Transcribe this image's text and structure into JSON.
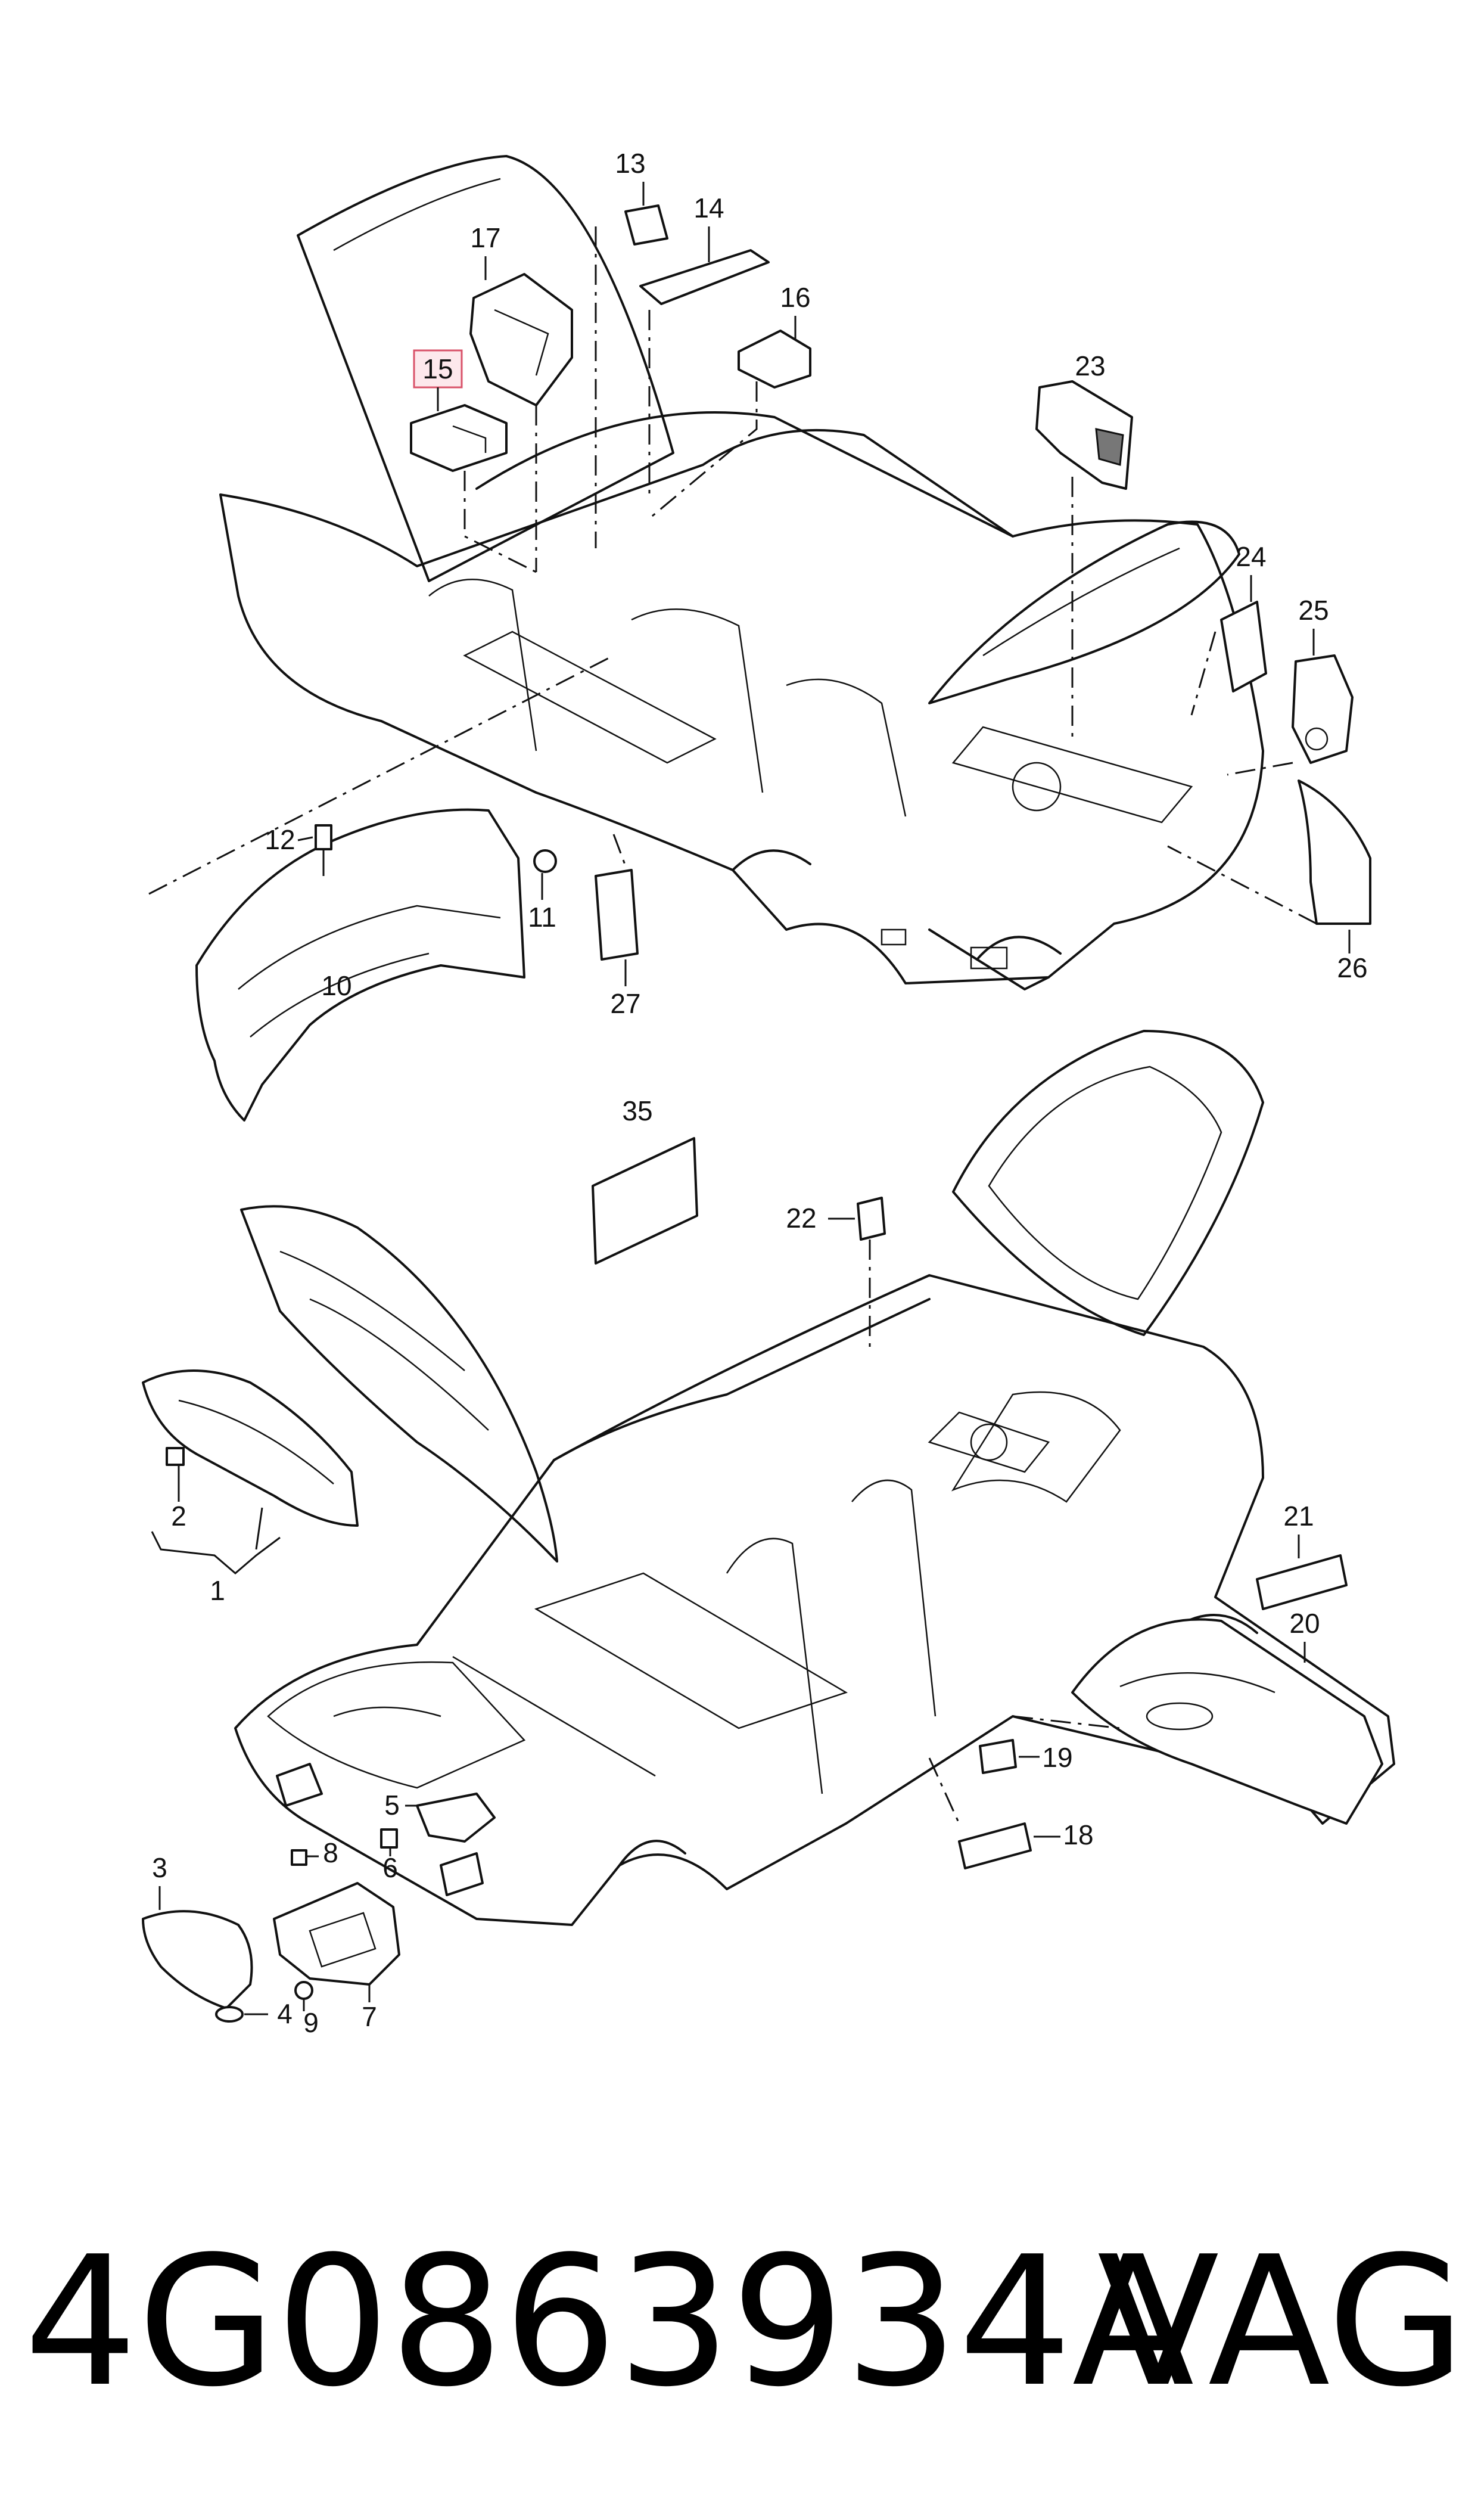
{
  "callouts": {
    "c1": "1",
    "c2": "2",
    "c3": "3",
    "c4": "4",
    "c5": "5",
    "c6": "6",
    "c7": "7",
    "c8": "8",
    "c9": "9",
    "c10": "10",
    "c11": "11",
    "c12": "12",
    "c13": "13",
    "c14": "14",
    "c15": "15",
    "c16": "16",
    "c17": "17",
    "c18": "18",
    "c19": "19",
    "c20": "20",
    "c21": "21",
    "c22": "22",
    "c23": "23",
    "c24": "24",
    "c25": "25",
    "c26": "26",
    "c27": "27",
    "c35": "35"
  },
  "highlighted_callout": "15",
  "colors": {
    "highlight_fill": "#fde8ec",
    "highlight_stroke": "#d9536a",
    "line": "#111111"
  },
  "part_number": "4G0863934A",
  "brand": "VAG"
}
